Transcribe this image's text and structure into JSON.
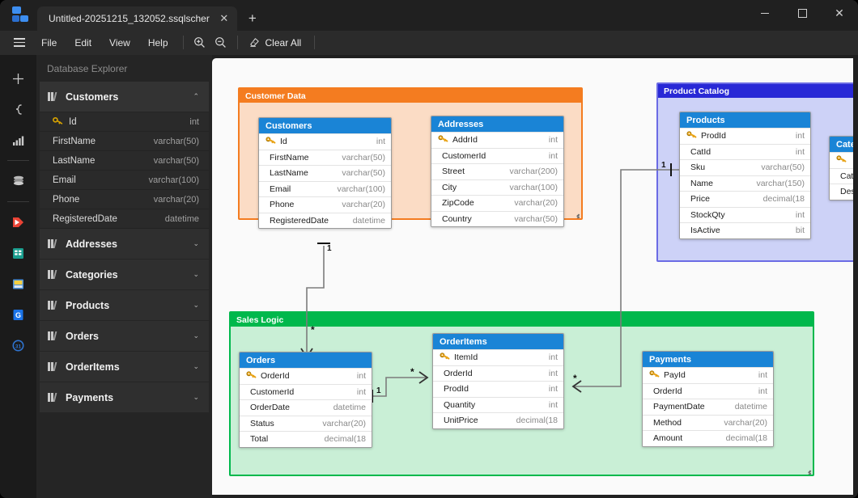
{
  "window": {
    "app_icon": "database-schema-icon",
    "tab_title": "Untitled-20251215_132052.ssqlscher",
    "tab_close": "✕",
    "new_tab": "+",
    "minimize": "",
    "maximize": "",
    "close": "✕"
  },
  "menubar": {
    "hamburger": "menu-icon",
    "items": [
      "File",
      "Edit",
      "View",
      "Help"
    ],
    "zoom_in": "zoom-in-icon",
    "zoom_out": "zoom-out-icon",
    "clear_all_label": "Clear All",
    "clear_all_icon": "eraser-icon"
  },
  "rail": {
    "items": [
      {
        "name": "add-icon",
        "glyph": "+"
      },
      {
        "name": "query-flow-icon",
        "glyph": "∫"
      },
      {
        "name": "bar-chart-icon",
        "glyph": "▃"
      },
      {
        "name": "database-stack-icon",
        "glyph": "≣"
      },
      {
        "name": "video-player-icon",
        "glyph": "▶"
      },
      {
        "name": "spreadsheet-icon",
        "glyph": "☷"
      },
      {
        "name": "presentation-icon",
        "glyph": "▣"
      },
      {
        "name": "docs-icon",
        "glyph": "G"
      },
      {
        "name": "calendar-icon",
        "glyph": "31"
      }
    ]
  },
  "explorer": {
    "title": "Database Explorer",
    "expand_icon_open": "⌃",
    "expand_icon_closed": "⌄",
    "groups": [
      {
        "label": "Customers",
        "expanded": true,
        "columns": [
          {
            "name": "Id",
            "type": "int",
            "pk": true
          },
          {
            "name": "FirstName",
            "type": "varchar(50)",
            "pk": false
          },
          {
            "name": "LastName",
            "type": "varchar(50)",
            "pk": false
          },
          {
            "name": "Email",
            "type": "varchar(100)",
            "pk": false
          },
          {
            "name": "Phone",
            "type": "varchar(20)",
            "pk": false
          },
          {
            "name": "RegisteredDate",
            "type": "datetime",
            "pk": false
          }
        ]
      },
      {
        "label": "Addresses",
        "expanded": false,
        "columns": []
      },
      {
        "label": "Categories",
        "expanded": false,
        "columns": []
      },
      {
        "label": "Products",
        "expanded": false,
        "columns": []
      },
      {
        "label": "Orders",
        "expanded": false,
        "columns": []
      },
      {
        "label": "OrderItems",
        "expanded": false,
        "columns": []
      },
      {
        "label": "Payments",
        "expanded": false,
        "columns": []
      }
    ]
  },
  "canvas": {
    "groups": [
      {
        "id": "customer-data",
        "label": "Customer Data",
        "color": "#F47C20",
        "fill": "#FBDCC5",
        "border": "#F47C20"
      },
      {
        "id": "product-catalog",
        "label": "Product Catalog",
        "color": "#2929D6",
        "fill": "#CDD2F7",
        "border": "#5A5AE0"
      },
      {
        "id": "sales-logic",
        "label": "Sales Logic",
        "color": "#00B84C",
        "fill": "#C9EFD6",
        "border": "#00B84C"
      }
    ],
    "tables": [
      {
        "id": "customers",
        "title": "Customers",
        "group": "customer-data",
        "columns": [
          {
            "name": "Id",
            "type": "int",
            "pk": true
          },
          {
            "name": "FirstName",
            "type": "varchar(50)",
            "pk": false
          },
          {
            "name": "LastName",
            "type": "varchar(50)",
            "pk": false
          },
          {
            "name": "Email",
            "type": "varchar(100)",
            "pk": false
          },
          {
            "name": "Phone",
            "type": "varchar(20)",
            "pk": false
          },
          {
            "name": "RegisteredDate",
            "type": "datetime",
            "pk": false
          }
        ]
      },
      {
        "id": "addresses",
        "title": "Addresses",
        "group": "customer-data",
        "columns": [
          {
            "name": "AddrId",
            "type": "int",
            "pk": true
          },
          {
            "name": "CustomerId",
            "type": "int",
            "pk": false
          },
          {
            "name": "Street",
            "type": "varchar(200)",
            "pk": false
          },
          {
            "name": "City",
            "type": "varchar(100)",
            "pk": false
          },
          {
            "name": "ZipCode",
            "type": "varchar(20)",
            "pk": false
          },
          {
            "name": "Country",
            "type": "varchar(50)",
            "pk": false
          }
        ]
      },
      {
        "id": "products",
        "title": "Products",
        "group": "product-catalog",
        "columns": [
          {
            "name": "ProdId",
            "type": "int",
            "pk": true
          },
          {
            "name": "CatId",
            "type": "int",
            "pk": false
          },
          {
            "name": "Sku",
            "type": "varchar(50)",
            "pk": false
          },
          {
            "name": "Name",
            "type": "varchar(150)",
            "pk": false
          },
          {
            "name": "Price",
            "type": "decimal(18",
            "pk": false
          },
          {
            "name": "StockQty",
            "type": "int",
            "pk": false
          },
          {
            "name": "IsActive",
            "type": "bit",
            "pk": false
          }
        ]
      },
      {
        "id": "categories",
        "title": "Categ",
        "group": "product-catalog",
        "clipped": true,
        "columns": [
          {
            "name": "",
            "type": "",
            "pk": true
          },
          {
            "name": "Cate",
            "type": "",
            "pk": false
          },
          {
            "name": "Desc",
            "type": "",
            "pk": false
          }
        ]
      },
      {
        "id": "orders",
        "title": "Orders",
        "group": "sales-logic",
        "columns": [
          {
            "name": "OrderId",
            "type": "int",
            "pk": true
          },
          {
            "name": "CustomerId",
            "type": "int",
            "pk": false
          },
          {
            "name": "OrderDate",
            "type": "datetime",
            "pk": false
          },
          {
            "name": "Status",
            "type": "varchar(20)",
            "pk": false
          },
          {
            "name": "Total",
            "type": "decimal(18",
            "pk": false
          }
        ]
      },
      {
        "id": "orderitems",
        "title": "OrderItems",
        "group": "sales-logic",
        "columns": [
          {
            "name": "ItemId",
            "type": "int",
            "pk": true
          },
          {
            "name": "OrderId",
            "type": "int",
            "pk": false
          },
          {
            "name": "ProdId",
            "type": "int",
            "pk": false
          },
          {
            "name": "Quantity",
            "type": "int",
            "pk": false
          },
          {
            "name": "UnitPrice",
            "type": "decimal(18",
            "pk": false
          }
        ]
      },
      {
        "id": "payments",
        "title": "Payments",
        "group": "sales-logic",
        "columns": [
          {
            "name": "PayId",
            "type": "int",
            "pk": true
          },
          {
            "name": "OrderId",
            "type": "int",
            "pk": false
          },
          {
            "name": "PaymentDate",
            "type": "datetime",
            "pk": false
          },
          {
            "name": "Method",
            "type": "varchar(20)",
            "pk": false
          },
          {
            "name": "Amount",
            "type": "decimal(18",
            "pk": false
          }
        ]
      }
    ],
    "relationships": [
      {
        "id": "customers-orders",
        "from": "Customers",
        "to": "Orders",
        "from_card": "1",
        "to_card": "*"
      },
      {
        "id": "orders-orderitems",
        "from": "Orders",
        "to": "OrderItems",
        "from_card": "1",
        "to_card": "*"
      },
      {
        "id": "products-orderitems",
        "from": "Products",
        "to": "OrderItems",
        "from_card": "1",
        "to_card": "*"
      }
    ]
  }
}
